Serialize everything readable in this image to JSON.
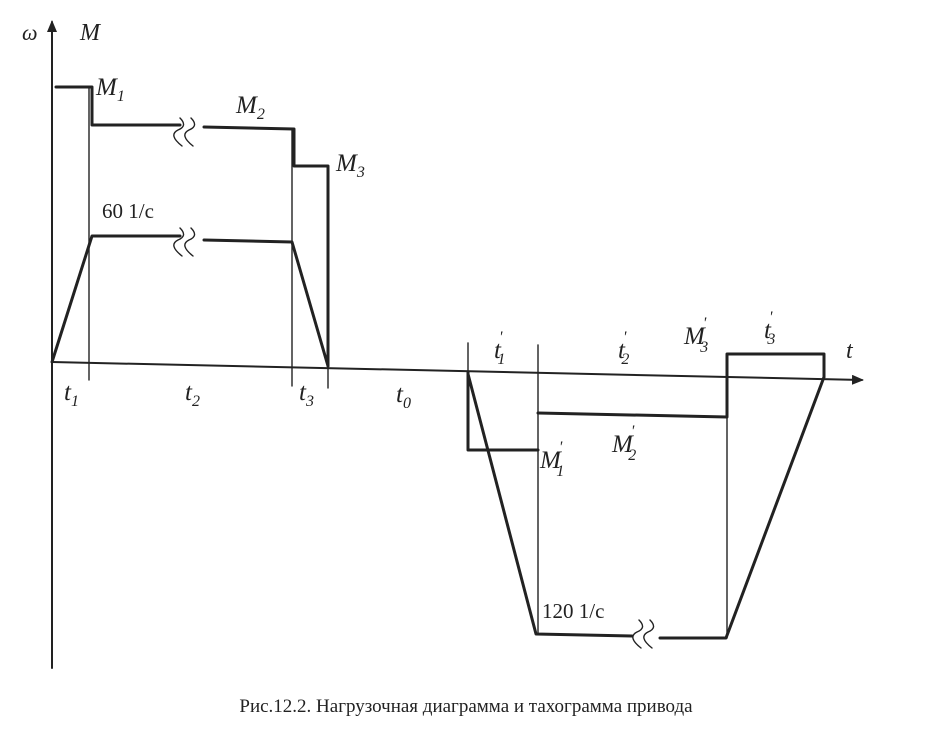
{
  "axes": {
    "omega": "ω",
    "moment": "M",
    "time": "t"
  },
  "labels": {
    "M1": {
      "base": "M",
      "sub": "1",
      "sup": ""
    },
    "M2": {
      "base": "M",
      "sub": "2",
      "sup": ""
    },
    "M3": {
      "base": "M",
      "sub": "3",
      "sup": ""
    },
    "t1": {
      "base": "t",
      "sub": "1",
      "sup": ""
    },
    "t2": {
      "base": "t",
      "sub": "2",
      "sup": ""
    },
    "t3": {
      "base": "t",
      "sub": "3",
      "sup": ""
    },
    "t0": {
      "base": "t",
      "sub": "0",
      "sup": ""
    },
    "t1p": {
      "base": "t",
      "sub": "1",
      "sup": "'"
    },
    "t2p": {
      "base": "t",
      "sub": "2",
      "sup": "'"
    },
    "t3p": {
      "base": "t",
      "sub": "3",
      "sup": "'"
    },
    "M1p": {
      "base": "M",
      "sub": "1",
      "sup": "'"
    },
    "M2p": {
      "base": "M",
      "sub": "2",
      "sup": "'"
    },
    "M3p": {
      "base": "M",
      "sub": "3",
      "sup": "'"
    }
  },
  "speed_forward": "60 1/c",
  "speed_reverse": "120 1/c",
  "caption": "Рис.12.2. Нагрузочная диаграмма и тахограмма привода"
}
